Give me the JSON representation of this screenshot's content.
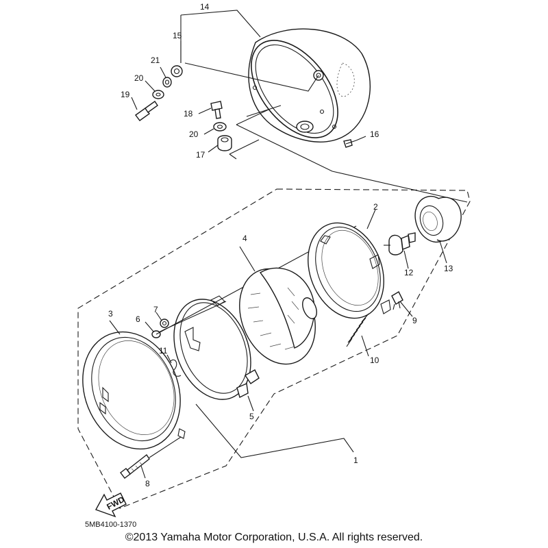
{
  "part_labels": {
    "p1": "1",
    "p2": "2",
    "p3": "3",
    "p4": "4",
    "p5": "5",
    "p6": "6",
    "p7": "7",
    "p8": "8",
    "p9": "9",
    "p10": "10",
    "p11": "11",
    "p12": "12",
    "p13": "13",
    "p14": "14",
    "p15": "15",
    "p16": "16",
    "p17": "17",
    "p18": "18",
    "p19": "19",
    "p20a": "20",
    "p20b": "20",
    "p21": "21"
  },
  "fwd_arrow_text": "FWD",
  "diagram_code": "5MB4100-1370",
  "copyright": "©2013 Yamaha Motor Corporation, U.S.A. All rights reserved."
}
